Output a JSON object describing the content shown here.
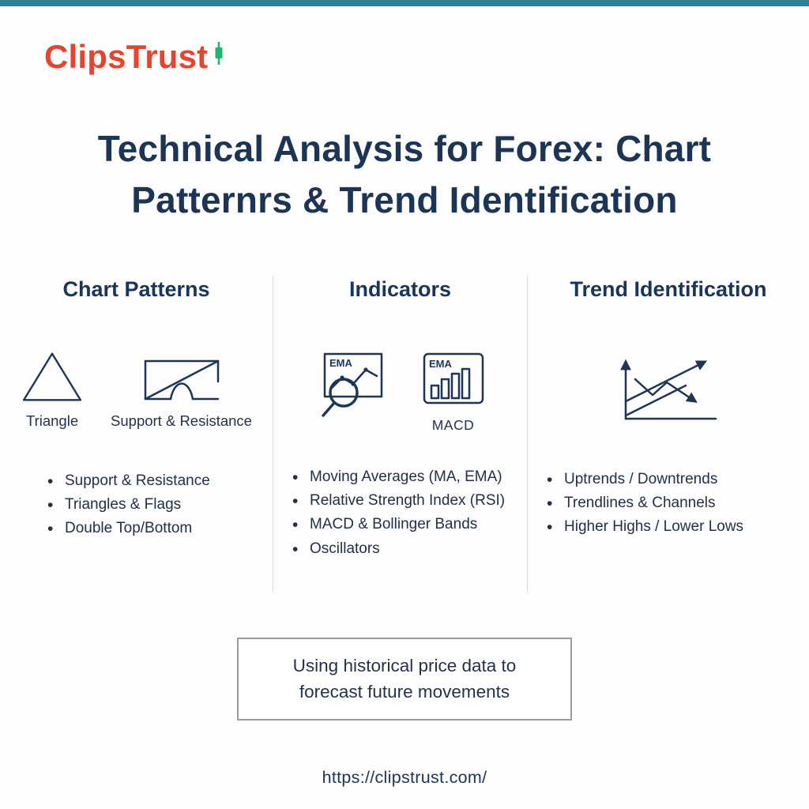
{
  "colors": {
    "top_bar": "#2e7f93",
    "navy": "#1c3557",
    "logo_red": "#e8432d",
    "logo_green": "#21b573",
    "divider": "#d8dce1",
    "callout_border": "#949ca6"
  },
  "brand": {
    "name": "ClipsTrust",
    "logo_icon": "candlestick-icon"
  },
  "title": {
    "line1": "Technical Analysis for Forex: Chart",
    "line2": "Patternrs & Trend Identification"
  },
  "columns": [
    {
      "heading": "Chart Patterns",
      "icon_names": [
        "triangle-icon",
        "support-resistance-icon"
      ],
      "icon1_caption": "Triangle",
      "icon2_caption": "Support & Resistance",
      "bullets": [
        "Support & Resistance",
        "Triangles & Flags",
        "Double Top/Bottom"
      ]
    },
    {
      "heading": "Indicators",
      "icon_names": [
        "ema-chart-magnifier-icon",
        "macd-bar-chart-icon"
      ],
      "icon1_label": "EMA",
      "icon2_label": "EMA",
      "icon2_caption": "MACD",
      "bullets": [
        "Moving Averages (MA, EMA)",
        "Relative Strength Index (RSI)",
        "MACD & Bollinger Bands",
        "Oscillators"
      ]
    },
    {
      "heading": "Trend Identification",
      "icon_names": [
        "trend-lines-arrows-icon"
      ],
      "bullets": [
        "Uptrends / Downtrends",
        "Trendlines & Channels",
        "Higher Highs / Lower Lows"
      ]
    }
  ],
  "callout": {
    "text": "Using historical price data to forecast future movements"
  },
  "footer": {
    "url": "https://clipstrust.com/"
  }
}
